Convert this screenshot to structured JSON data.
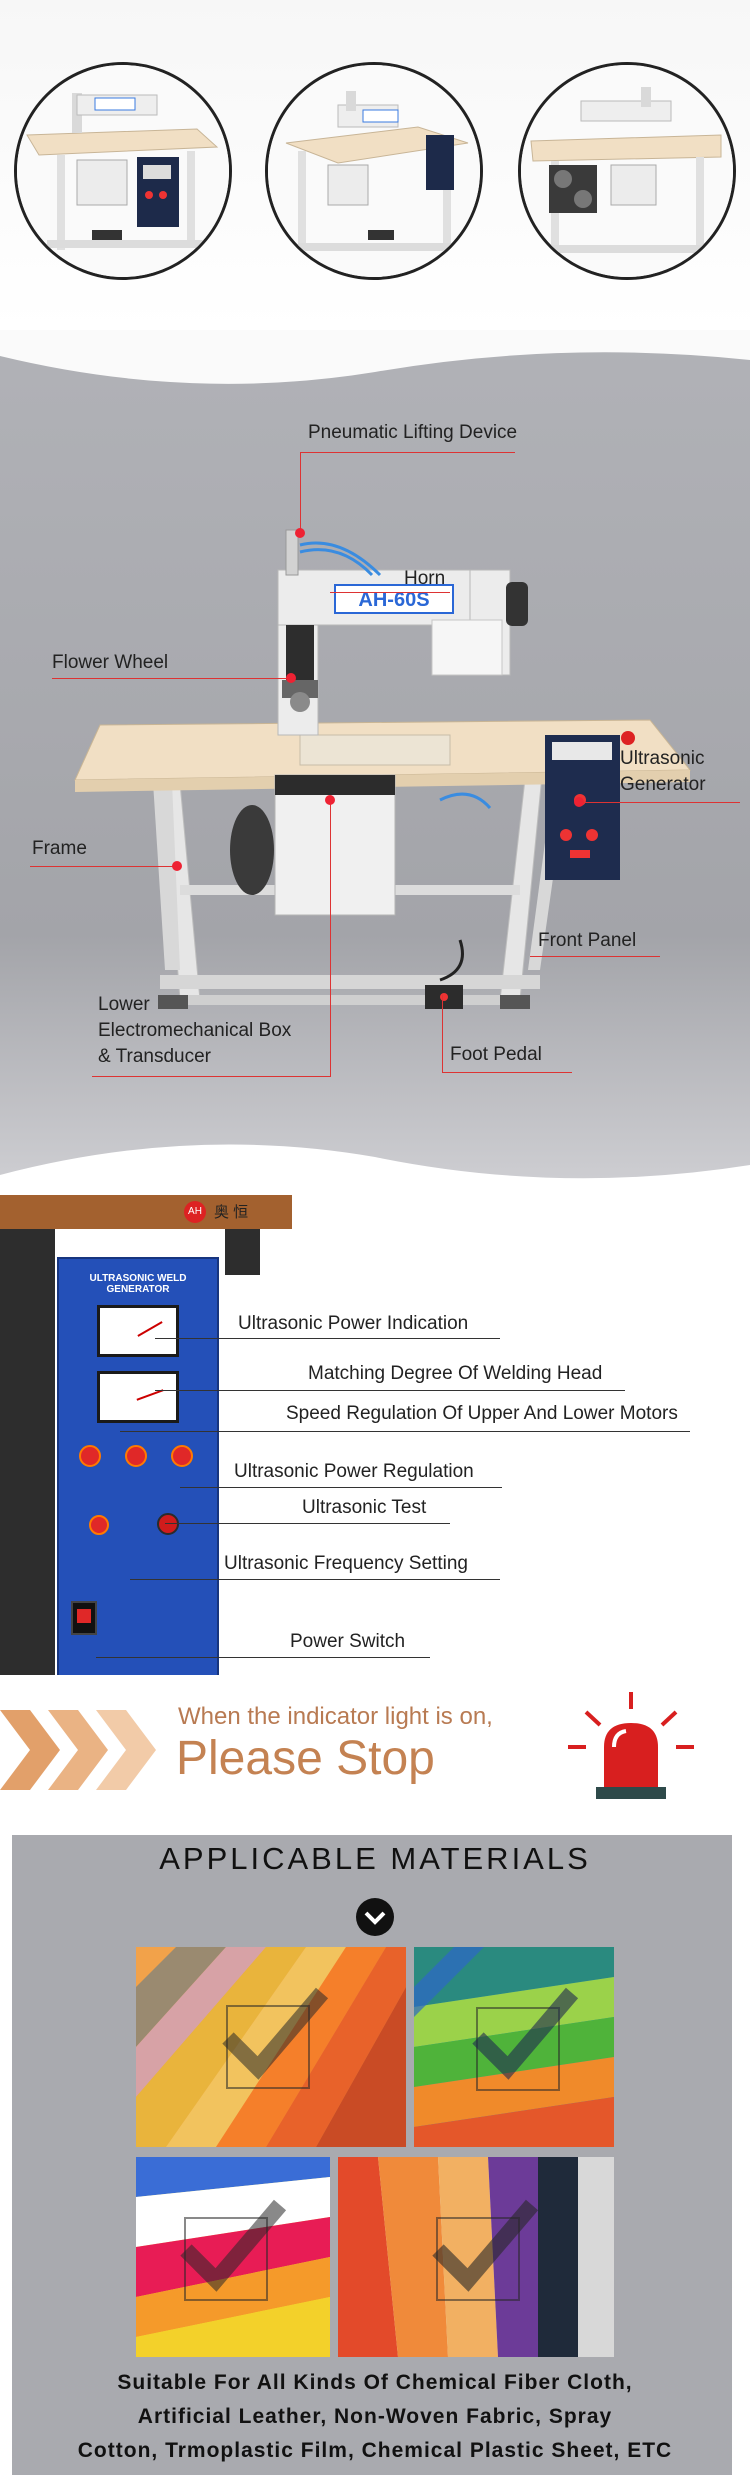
{
  "machine": {
    "model_label": "AH-60S",
    "brand_mark": "AH",
    "brand_cn": "奥 恒"
  },
  "callouts": {
    "pneumatic": "Pneumatic Lifting Device",
    "horn": "Horn",
    "flower_wheel": "Flower Wheel",
    "ultrasonic_generator_1": "Ultrasonic",
    "ultrasonic_generator_2": "Generator",
    "frame": "Frame",
    "front_panel": "Front Panel",
    "lower_box_1": "Lower",
    "lower_box_2": "Electromechanical Box",
    "lower_box_3": "& Transducer",
    "foot_pedal": "Foot Pedal"
  },
  "panel": {
    "title": "ULTRASONIC WELD GENERATOR",
    "labels": {
      "power_indication": "Ultrasonic Power Indication",
      "matching_degree": "Matching Degree Of Welding Head",
      "speed_regulation": "Speed Regulation Of Upper And Lower Motors",
      "power_regulation": "Ultrasonic Power Regulation",
      "test": "Ultrasonic Test",
      "frequency": "Ultrasonic Frequency Setting",
      "power_switch": "Power Switch"
    }
  },
  "warning": {
    "line1": "When the indicator light is on,",
    "line2": "Please Stop"
  },
  "materials": {
    "heading": "APPLICABLE MATERIALS",
    "description_1": "Suitable For All Kinds Of Chemical Fiber Cloth,",
    "description_2": "Artificial Leather, Non-Woven Fabric, Spray",
    "description_3": "Cotton, Trmoplastic Film, Chemical Plastic Sheet, ETC"
  },
  "colors": {
    "accent_red": "#e02828",
    "panel_blue": "#2450b8",
    "table_top": "#f1dfc4",
    "frame_gray": "#e4e4e4"
  }
}
